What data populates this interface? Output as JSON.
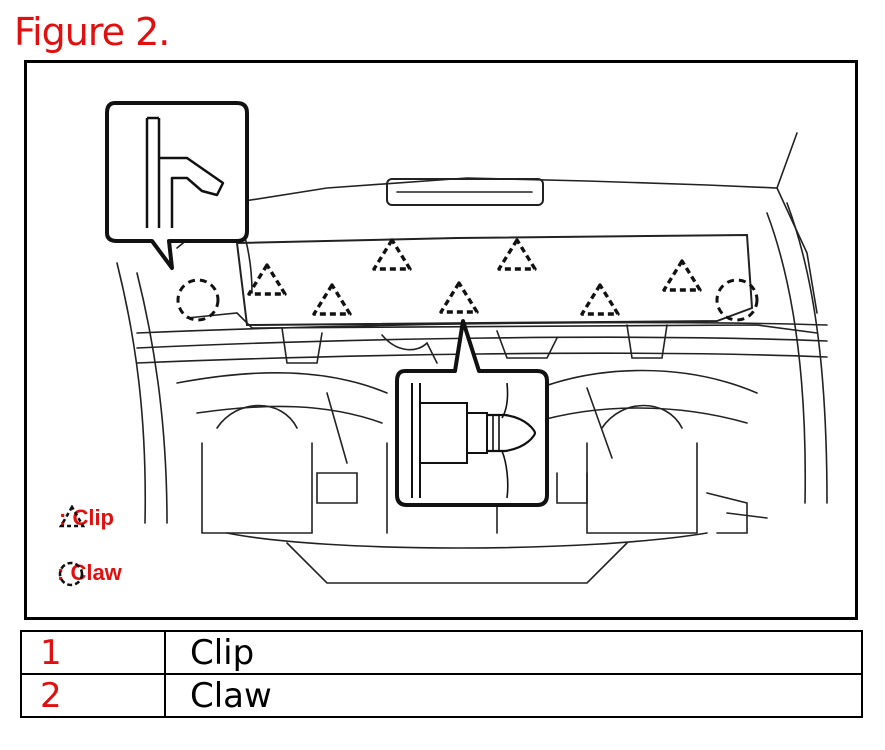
{
  "figure": {
    "title": "Figure 2."
  },
  "legend": [
    {
      "symbol": "triangle-dashed-icon",
      "label": ": Clip"
    },
    {
      "symbol": "circle-dashed-icon",
      "label": ": Claw"
    }
  ],
  "table": {
    "rows": [
      {
        "number": "1",
        "name": "Clip"
      },
      {
        "number": "2",
        "name": "Claw"
      }
    ]
  },
  "colors": {
    "accent": "#e10f0f",
    "line": "#000000"
  }
}
